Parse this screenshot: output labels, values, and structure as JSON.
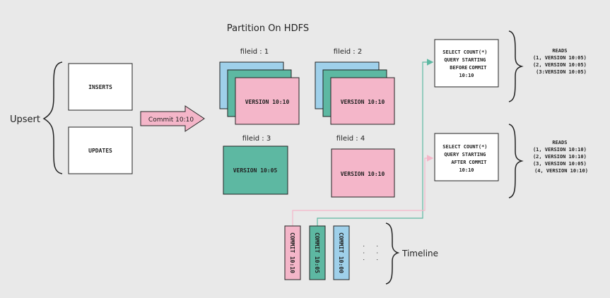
{
  "title": "Partition On HDFS",
  "upsert_label": "Upsert",
  "inserts_label": "INSERTS",
  "updates_label": "UPDATES",
  "commit_arrow_label": "Commit 10:10",
  "file_groups": [
    {
      "label": "fileid : 1",
      "front_label": "VERSION 10:10"
    },
    {
      "label": "fileid : 2",
      "front_label": "VERSION 10:10"
    },
    {
      "label": "fileid : 3",
      "front_label": "VERSION 10:05"
    },
    {
      "label": "fileid : 4",
      "front_label": "VERSION 10:10"
    }
  ],
  "queries": [
    {
      "lines": [
        "SELECT COUNT(*)",
        "QUERY STARTING",
        "COMMIT",
        "10:10"
      ],
      "emphasis": "BEFORE",
      "reads_title": "READS",
      "reads": [
        "(1, VERSION 10:05)",
        "(2, VERSION 10:05)",
        "(3:VERSION 10:05)"
      ]
    },
    {
      "lines": [
        "SELECT COUNT(*)",
        "QUERY STARTING",
        "COMMIT",
        "10:10"
      ],
      "emphasis": "AFTER",
      "reads_title": "READS",
      "reads": [
        "(1, VERSION 10:10)",
        "(2, VERSION 10:10)",
        "(3, VERSION 10:05)",
        "(4, VERSION 10:10)"
      ]
    }
  ],
  "timeline": {
    "label": "Timeline",
    "commits": [
      "COMMIT 10:10",
      "COMMIT 10:05",
      "COMMIT 10:00"
    ],
    "ellipsis": "· · ·"
  },
  "colors": {
    "background": "#e9e9e9",
    "blue": "#9fd0ea",
    "green": "#5db8a2",
    "pink": "#f4b6c9",
    "teal_line": "#5db8a2",
    "pink_line": "#f4b6c9"
  }
}
